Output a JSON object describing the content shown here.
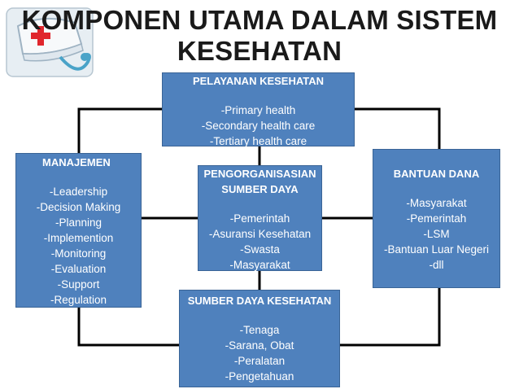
{
  "title": {
    "line1": "KOMPONEN UTAMA DALAM SISTEM",
    "line2": "KESEHATAN"
  },
  "colors": {
    "box_fill": "#4f81bd",
    "box_border": "#3a6496",
    "connector": "#000000",
    "text": "#ffffff"
  },
  "logo": {
    "icon": "nurse-cap-icon"
  },
  "boxes": {
    "pelayanan": {
      "heading": "PELAYANAN KESEHATAN",
      "items": [
        "-Primary health",
        "-Secondary health care",
        "-Tertiary health  care"
      ]
    },
    "manajemen": {
      "heading": "MANAJEMEN",
      "items": [
        "-Leadership",
        "-Decision Making",
        "-Planning",
        "-Implemention",
        "-Monitoring",
        "-Evaluation",
        "-Support",
        "-Regulation"
      ]
    },
    "pengorganisasian": {
      "heading_line1": "PENGORGANISASIAN",
      "heading_line2": "SUMBER DAYA",
      "items": [
        "-Pemerintah",
        "-Asuransi Kesehatan",
        "-Swasta",
        "-Masyarakat"
      ]
    },
    "bantuan": {
      "heading": "BANTUAN DANA",
      "items": [
        "-Masyarakat",
        "-Pemerintah",
        "-LSM",
        "-Bantuan Luar Negeri",
        "-dll"
      ]
    },
    "sumber": {
      "heading": "SUMBER DAYA KESEHATAN",
      "items": [
        "-Tenaga",
        "-Sarana, Obat",
        "-Peralatan",
        "-Pengetahuan"
      ]
    }
  }
}
